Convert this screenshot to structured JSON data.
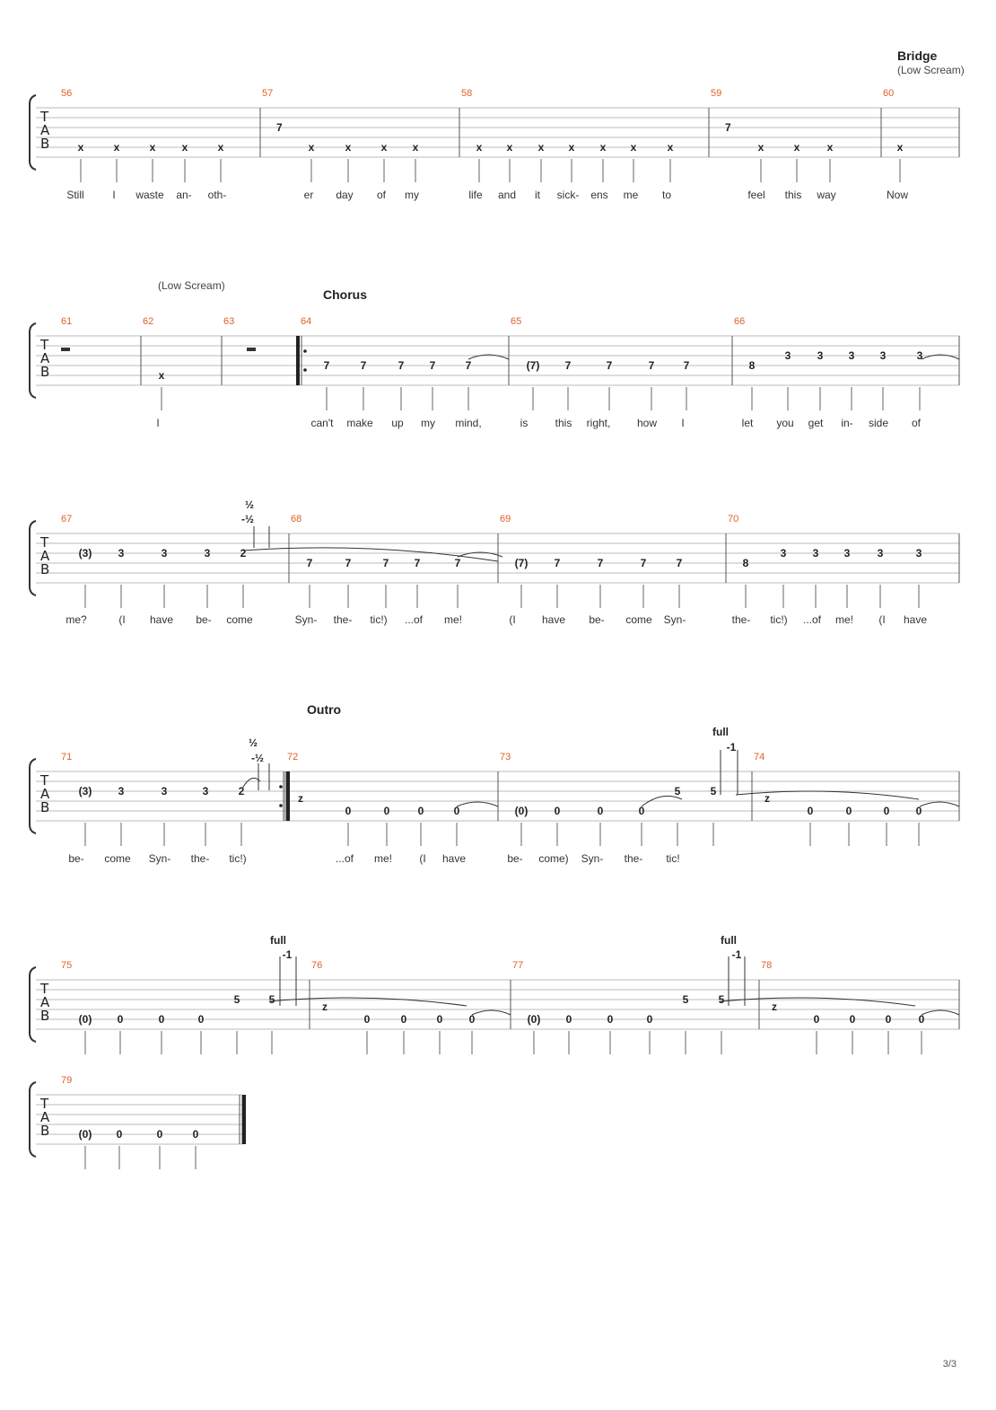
{
  "page_number": "3/3",
  "tab_letters": [
    "T",
    "A",
    "B"
  ],
  "sections": [
    {
      "system": 0,
      "title": "Bridge",
      "note": "(Low Scream)"
    },
    {
      "system": 1,
      "title": "Chorus",
      "note": "(Low Scream)"
    },
    {
      "system": 3,
      "title": "Outro",
      "note": ""
    }
  ],
  "systems": [
    {
      "measures": [
        {
          "number": "56",
          "rest": "",
          "frets": [
            "x",
            "x",
            "x",
            "x",
            "x"
          ]
        },
        {
          "number": "57",
          "rest": "eighth",
          "frets": [
            "x",
            "x",
            "x",
            "x"
          ]
        },
        {
          "number": "58",
          "rest": "",
          "frets": [
            "x",
            "x",
            "x",
            "x",
            "x",
            "x",
            "x"
          ]
        },
        {
          "number": "59",
          "rest": "eighth",
          "frets": [
            "x",
            "x",
            "x"
          ]
        },
        {
          "number": "60",
          "rest": "",
          "frets": [
            "x"
          ]
        }
      ],
      "lyrics": [
        "Still",
        "I",
        "waste",
        "an-",
        "oth-",
        "er",
        "day",
        "of",
        "my",
        "life",
        "and",
        "it",
        "sick-",
        "ens",
        "me",
        "to",
        "feel",
        "this",
        "way",
        "Now"
      ]
    },
    {
      "measures": [
        {
          "number": "61",
          "rest": "whole",
          "frets": []
        },
        {
          "number": "62",
          "rest": "",
          "frets": [
            "x"
          ]
        },
        {
          "number": "63",
          "rest": "whole",
          "frets": []
        },
        {
          "number": "64",
          "rest": "",
          "frets": [
            "7",
            "7",
            "7",
            "7",
            "7"
          ]
        },
        {
          "number": "65",
          "rest": "",
          "frets": [
            "(7)",
            "7",
            "7",
            "7",
            "7"
          ]
        },
        {
          "number": "66",
          "rest": "",
          "frets": [
            "8",
            "3",
            "3",
            "3",
            "3",
            "3"
          ]
        }
      ],
      "lyrics": [
        "I",
        "can't",
        "make",
        "up",
        "my",
        "mind,",
        "is",
        "this",
        "right,",
        "how",
        "I",
        "let",
        "you",
        "get",
        "in-",
        "side",
        "of"
      ]
    },
    {
      "measures": [
        {
          "number": "67",
          "rest": "",
          "frets": [
            "(3)",
            "3",
            "3",
            "3",
            "2"
          ]
        },
        {
          "number": "68",
          "rest": "",
          "frets": [
            "7",
            "7",
            "7",
            "7",
            "7"
          ]
        },
        {
          "number": "69",
          "rest": "",
          "frets": [
            "(7)",
            "7",
            "7",
            "7",
            "7"
          ]
        },
        {
          "number": "70",
          "rest": "",
          "frets": [
            "8",
            "3",
            "3",
            "3",
            "3",
            "3"
          ]
        }
      ],
      "bends": [
        "½",
        "-½"
      ],
      "lyrics": [
        "me?",
        "(I",
        "have",
        "be-",
        "come",
        "Syn-",
        "the-",
        "tic!)",
        "...of",
        "me!",
        "(I",
        "have",
        "be-",
        "come",
        "Syn-",
        "the-",
        "tic!)",
        "...of",
        "me!",
        "(I",
        "have"
      ]
    },
    {
      "measures": [
        {
          "number": "71",
          "rest": "",
          "frets": [
            "(3)",
            "3",
            "3",
            "3",
            "2"
          ]
        },
        {
          "number": "72",
          "rest": "quarter",
          "frets": [
            "0",
            "0",
            "0",
            "0"
          ]
        },
        {
          "number": "73",
          "rest": "",
          "frets": [
            "(0)",
            "0",
            "0",
            "0",
            "5",
            "5"
          ]
        },
        {
          "number": "74",
          "rest": "quarter",
          "frets": [
            "0",
            "0",
            "0",
            "0"
          ]
        }
      ],
      "bends": [
        "½",
        "-½",
        "full",
        "-1"
      ],
      "lyrics": [
        "be-",
        "come",
        "Syn-",
        "the-",
        "tic!)",
        "...of",
        "me!",
        "(I",
        "have",
        "be-",
        "come)",
        "Syn-",
        "the-",
        "tic!"
      ]
    },
    {
      "measures": [
        {
          "number": "75",
          "rest": "",
          "frets": [
            "(0)",
            "0",
            "0",
            "0",
            "5",
            "5"
          ]
        },
        {
          "number": "76",
          "rest": "quarter",
          "frets": [
            "0",
            "0",
            "0",
            "0"
          ]
        },
        {
          "number": "77",
          "rest": "",
          "frets": [
            "(0)",
            "0",
            "0",
            "0",
            "5",
            "5"
          ]
        },
        {
          "number": "78",
          "rest": "quarter",
          "frets": [
            "0",
            "0",
            "0",
            "0"
          ]
        }
      ],
      "bends": [
        "full",
        "-1",
        "full",
        "-1"
      ],
      "lyrics": []
    },
    {
      "measures": [
        {
          "number": "79",
          "rest": "",
          "frets": [
            "(0)",
            "0",
            "0",
            "0"
          ]
        }
      ],
      "lyrics": []
    }
  ]
}
